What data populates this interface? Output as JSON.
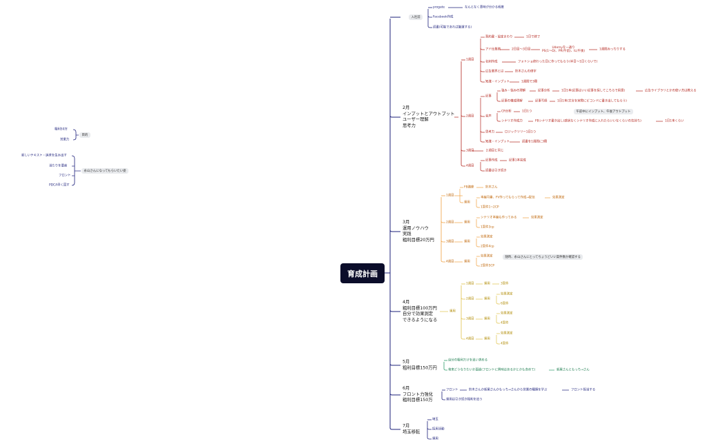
{
  "title": "育成計画",
  "colors": {
    "navy": "#1b1f7a",
    "red": "#b3261e",
    "orange": "#f0a040",
    "gold": "#e0c24a",
    "green": "#2e9d6a"
  },
  "branches": {
    "entry": {
      "label": "入社前",
      "items": [
        "progate",
        "なんとなく意味が分かる程度",
        "Facebook作成",
        "読書(可能であれば厳選する)"
      ]
    },
    "feb": {
      "label": "2月\nインプットとアウトプット\nユーザー理解\n思考力",
      "w1": {
        "label": "1週目",
        "a": "契約書・設定まわり",
        "a1": "1日で終了",
        "b": "アド仕業務",
        "b1": "2日目〜3日目",
        "b2": "Udemyを一通り\nPS(1〜D)、PR(午前)、IL(午後)",
        "b3": "1週間みっちりする",
        "c": "名刺作成",
        "c1": "フォトショ終わった日に作ってもらう(半日〜1日くらいで)",
        "d": "広告業界とは",
        "d1": "鈴木さんの借字",
        "e": "知識・インプット",
        "e1": "1週間で3冊"
      },
      "w2": {
        "label": "2週目",
        "kiji": "記事",
        "k1": "強み・悩みの理解",
        "k1a": "記事分析",
        "k1b": "1日1本(記事はいい記事を探してこちらで用意)",
        "k1c": "広告ライブラリとかの使い方は教える",
        "k2": "記事の構成理解",
        "k2a": "記事写経",
        "k2b": "1日1本(文言を実際にビコンドに書き出してもらう)",
        "onsei": "音声",
        "o1": "CR分析",
        "o1a": "1日1つ",
        "o2": "シナリオ作成力",
        "o2a": "FBシナリオ書き出し(感状なくシナリオ作成に入れたらいいなくらいの気持ち)",
        "o2b": "1日1本くらい",
        "note": "午前中にインプット、午後アウトプット",
        "think": "思考力",
        "think1": "ロジックツリー1日1つ",
        "know": "知識・インプット",
        "know1": "読書を1週間に3冊"
      },
      "w3": {
        "label": "3週目",
        "a": "２週目と同じ"
      },
      "w4": {
        "label": "4週目",
        "a": "記事作成",
        "a1": "記事1本完成",
        "b": "読書は引き続き"
      }
    },
    "mar": {
      "label": "3月\n運用ノウハウ\n実践\n粗利目標20万円",
      "w1": {
        "label": "1週目",
        "a": "FB講座",
        "a1": "鈴木さん",
        "b": "運用",
        "b1": "本編司番、FV作ってもらって作成→配信",
        "b1a": "効果測定",
        "b2": "1案件1~2CP"
      },
      "w2": {
        "label": "2週目",
        "b": "運用",
        "b1": "シナリオ本編も作ってみる",
        "b1a": "効果測定",
        "b2": "1案件3cp"
      },
      "w3": {
        "label": "3週目",
        "b": "運用",
        "b1": "効果測定",
        "b2": "2案件4cp"
      },
      "w4": {
        "label": "4週目",
        "b": "運用",
        "b1": "効果測定",
        "b2": "2案件5CP",
        "note": "随時、永山さんにとってちょうどいい案件数か確認する"
      }
    },
    "apr": {
      "label": "4月\n粗利目標100万円\n自分で効果測定\nできるようになる",
      "ops": "運用",
      "w1": {
        "label": "1週目",
        "b": "運用",
        "c": "3案件"
      },
      "w2": {
        "label": "2週目",
        "b": "運用",
        "c1": "効果測定",
        "c2": "6案件"
      },
      "w3": {
        "label": "3週目",
        "b": "運用",
        "c1": "効果測定",
        "c2": "4案件"
      },
      "w4": {
        "label": "4週目",
        "b": "運用",
        "c1": "効果測定",
        "c2": "4案件"
      }
    },
    "may": {
      "label": "5月\n粗利目標150万円",
      "a": "自分の粗利だけを追い求める",
      "b": "将来どうなりたいか面談(フロントに興味はあるかとかも含めて)",
      "b1": "新尾さんともっち→さん"
    },
    "jun": {
      "label": "6月\nフロント力強化\n粗利目標150万",
      "a": "フロント",
      "a1": "鈴木さんか新尾さんかもっち→さんから営業の種類を学ぶ",
      "a2": "フロント担当する",
      "b": "運用は引き続き粗利を追う"
    },
    "jul": {
      "label": "7月\n埼玉移転",
      "items": [
        "埼玉",
        "採用活動",
        "運用"
      ]
    }
  },
  "left": {
    "goal": {
      "label": "目的",
      "items": [
        "粗利50万",
        "営業力"
      ]
    },
    "want": {
      "label": "永山さんになってもらいたい姿",
      "items": [
        "新しいテキスト・訴求を生み出す",
        "当たりを量産",
        "フロント",
        "PDCA早く回す"
      ]
    }
  }
}
